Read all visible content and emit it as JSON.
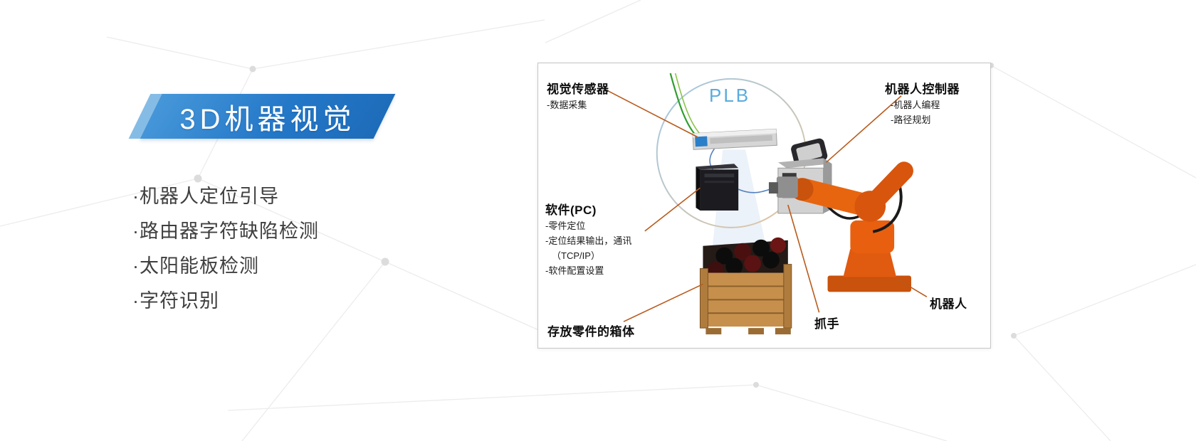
{
  "banner": {
    "title": "3D机器视觉"
  },
  "features": {
    "items": [
      "·机器人定位引导",
      "·路由器字符缺陷检测",
      "·太阳能板检测",
      "·字符识别"
    ]
  },
  "diagram": {
    "plb": "PLB",
    "vision_sensor": {
      "title": "视觉传感器",
      "sub": "-数据采集"
    },
    "controller": {
      "title": "机器人控制器",
      "subs": [
        "-机器人编程",
        "-路径规划"
      ]
    },
    "software": {
      "title": "软件(PC)",
      "subs": [
        "-零件定位",
        "-定位结果输出，通讯",
        "（TCP/IP）",
        "-软件配置设置"
      ]
    },
    "bin": {
      "title": "存放零件的箱体"
    },
    "gripper": {
      "title": "抓手"
    },
    "robot": {
      "title": "机器人"
    }
  },
  "colors": {
    "banner_blue": "#2478c8",
    "plb_blue": "#5aabdd",
    "callout_orange": "#b85a1c",
    "robot_orange": "#e8600f"
  }
}
